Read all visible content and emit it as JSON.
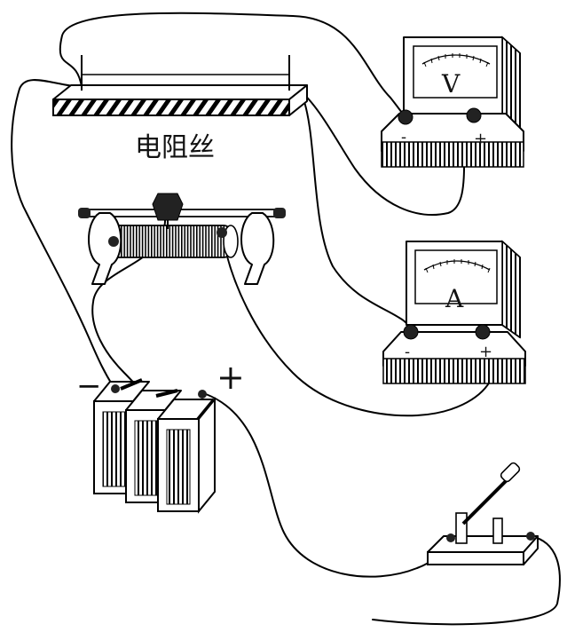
{
  "resistance_wire": {
    "label": "电阻丝"
  },
  "voltmeter": {
    "symbol": "V",
    "terminal_minus": "-",
    "terminal_plus": "+"
  },
  "ammeter": {
    "symbol": "A",
    "terminal_minus": "-",
    "terminal_plus": "+"
  },
  "battery": {
    "minus_sign": "−",
    "plus_sign": "+"
  },
  "rheostat": {},
  "switch": {},
  "colors": {
    "line": "#000000",
    "background": "#ffffff",
    "hatch": "#000000"
  }
}
